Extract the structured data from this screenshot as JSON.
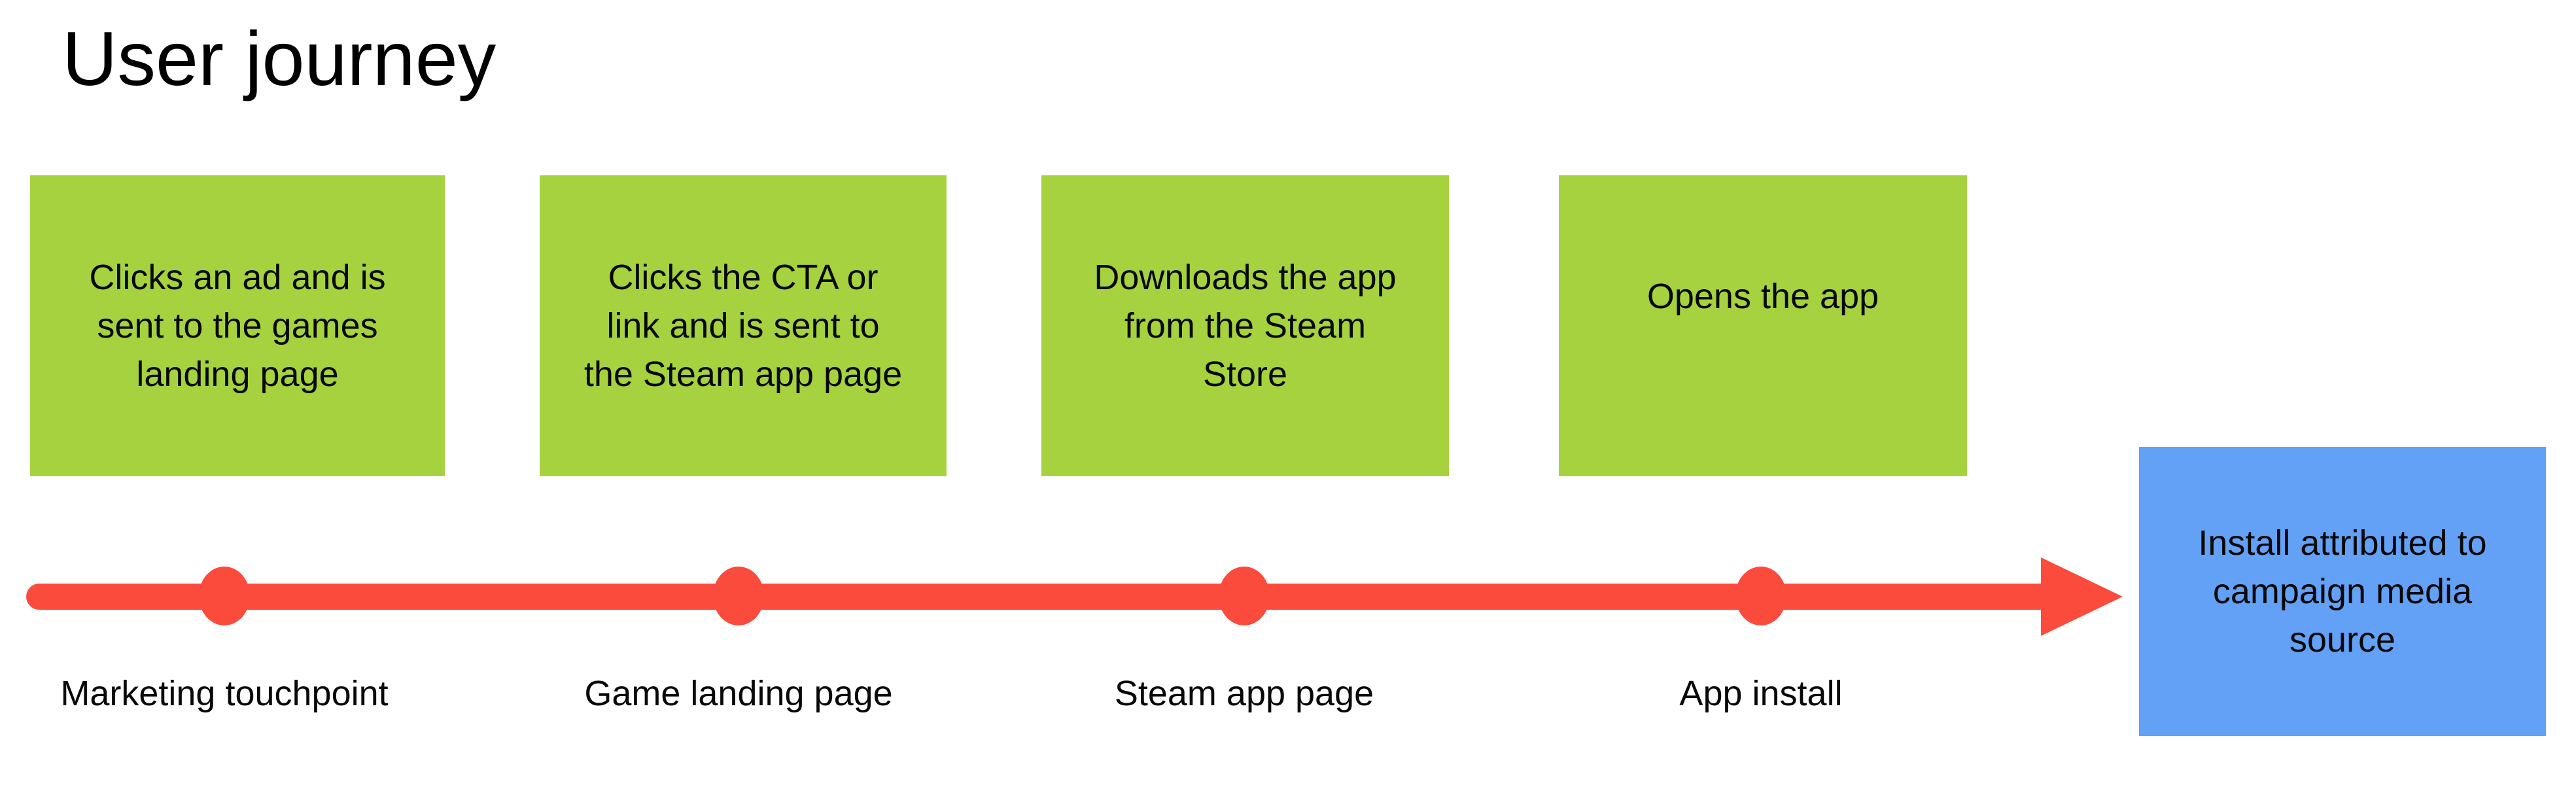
{
  "title": "User journey",
  "colors": {
    "stage_fill": "#a6d23f",
    "timeline": "#fa4b3c",
    "outcome_fill": "#62a1f6",
    "text": "#080808"
  },
  "stages": [
    {
      "box_text": "Clicks an ad and is\nsent to the games\nlanding page",
      "timeline_label": "Marketing touchpoint"
    },
    {
      "box_text": "Clicks the CTA or\nlink and is sent to\nthe Steam app page",
      "timeline_label": "Game landing page"
    },
    {
      "box_text": "Downloads the app\nfrom the Steam\nStore",
      "timeline_label": "Steam app page"
    },
    {
      "box_text": "Opens the app",
      "timeline_label": "App install"
    }
  ],
  "outcome": {
    "box_text": "Install attributed to\ncampaign media\nsource"
  }
}
